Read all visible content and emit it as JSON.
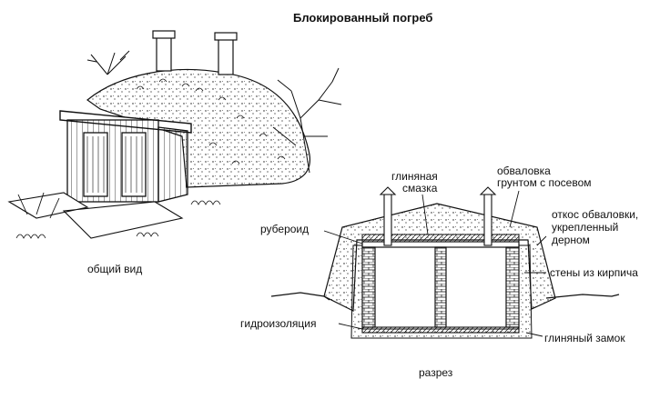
{
  "title": "Блокированный погреб",
  "labels": {
    "general_view": "общий вид",
    "section": "разрез",
    "clay_coating_1": "глиняная",
    "clay_coating_2": "смазка",
    "embankment_1": "обваловка",
    "embankment_2": "грунтом с посевом",
    "slope_1": "откос обваловки,",
    "slope_2": "укрепленный",
    "slope_3": "дерном",
    "roofing": "рубероид",
    "brick_walls": "стены из кирпича",
    "waterproofing": "гидроизоляция",
    "clay_lock": "глиняный замок"
  },
  "colors": {
    "ink": "#111111",
    "background": "#ffffff"
  }
}
